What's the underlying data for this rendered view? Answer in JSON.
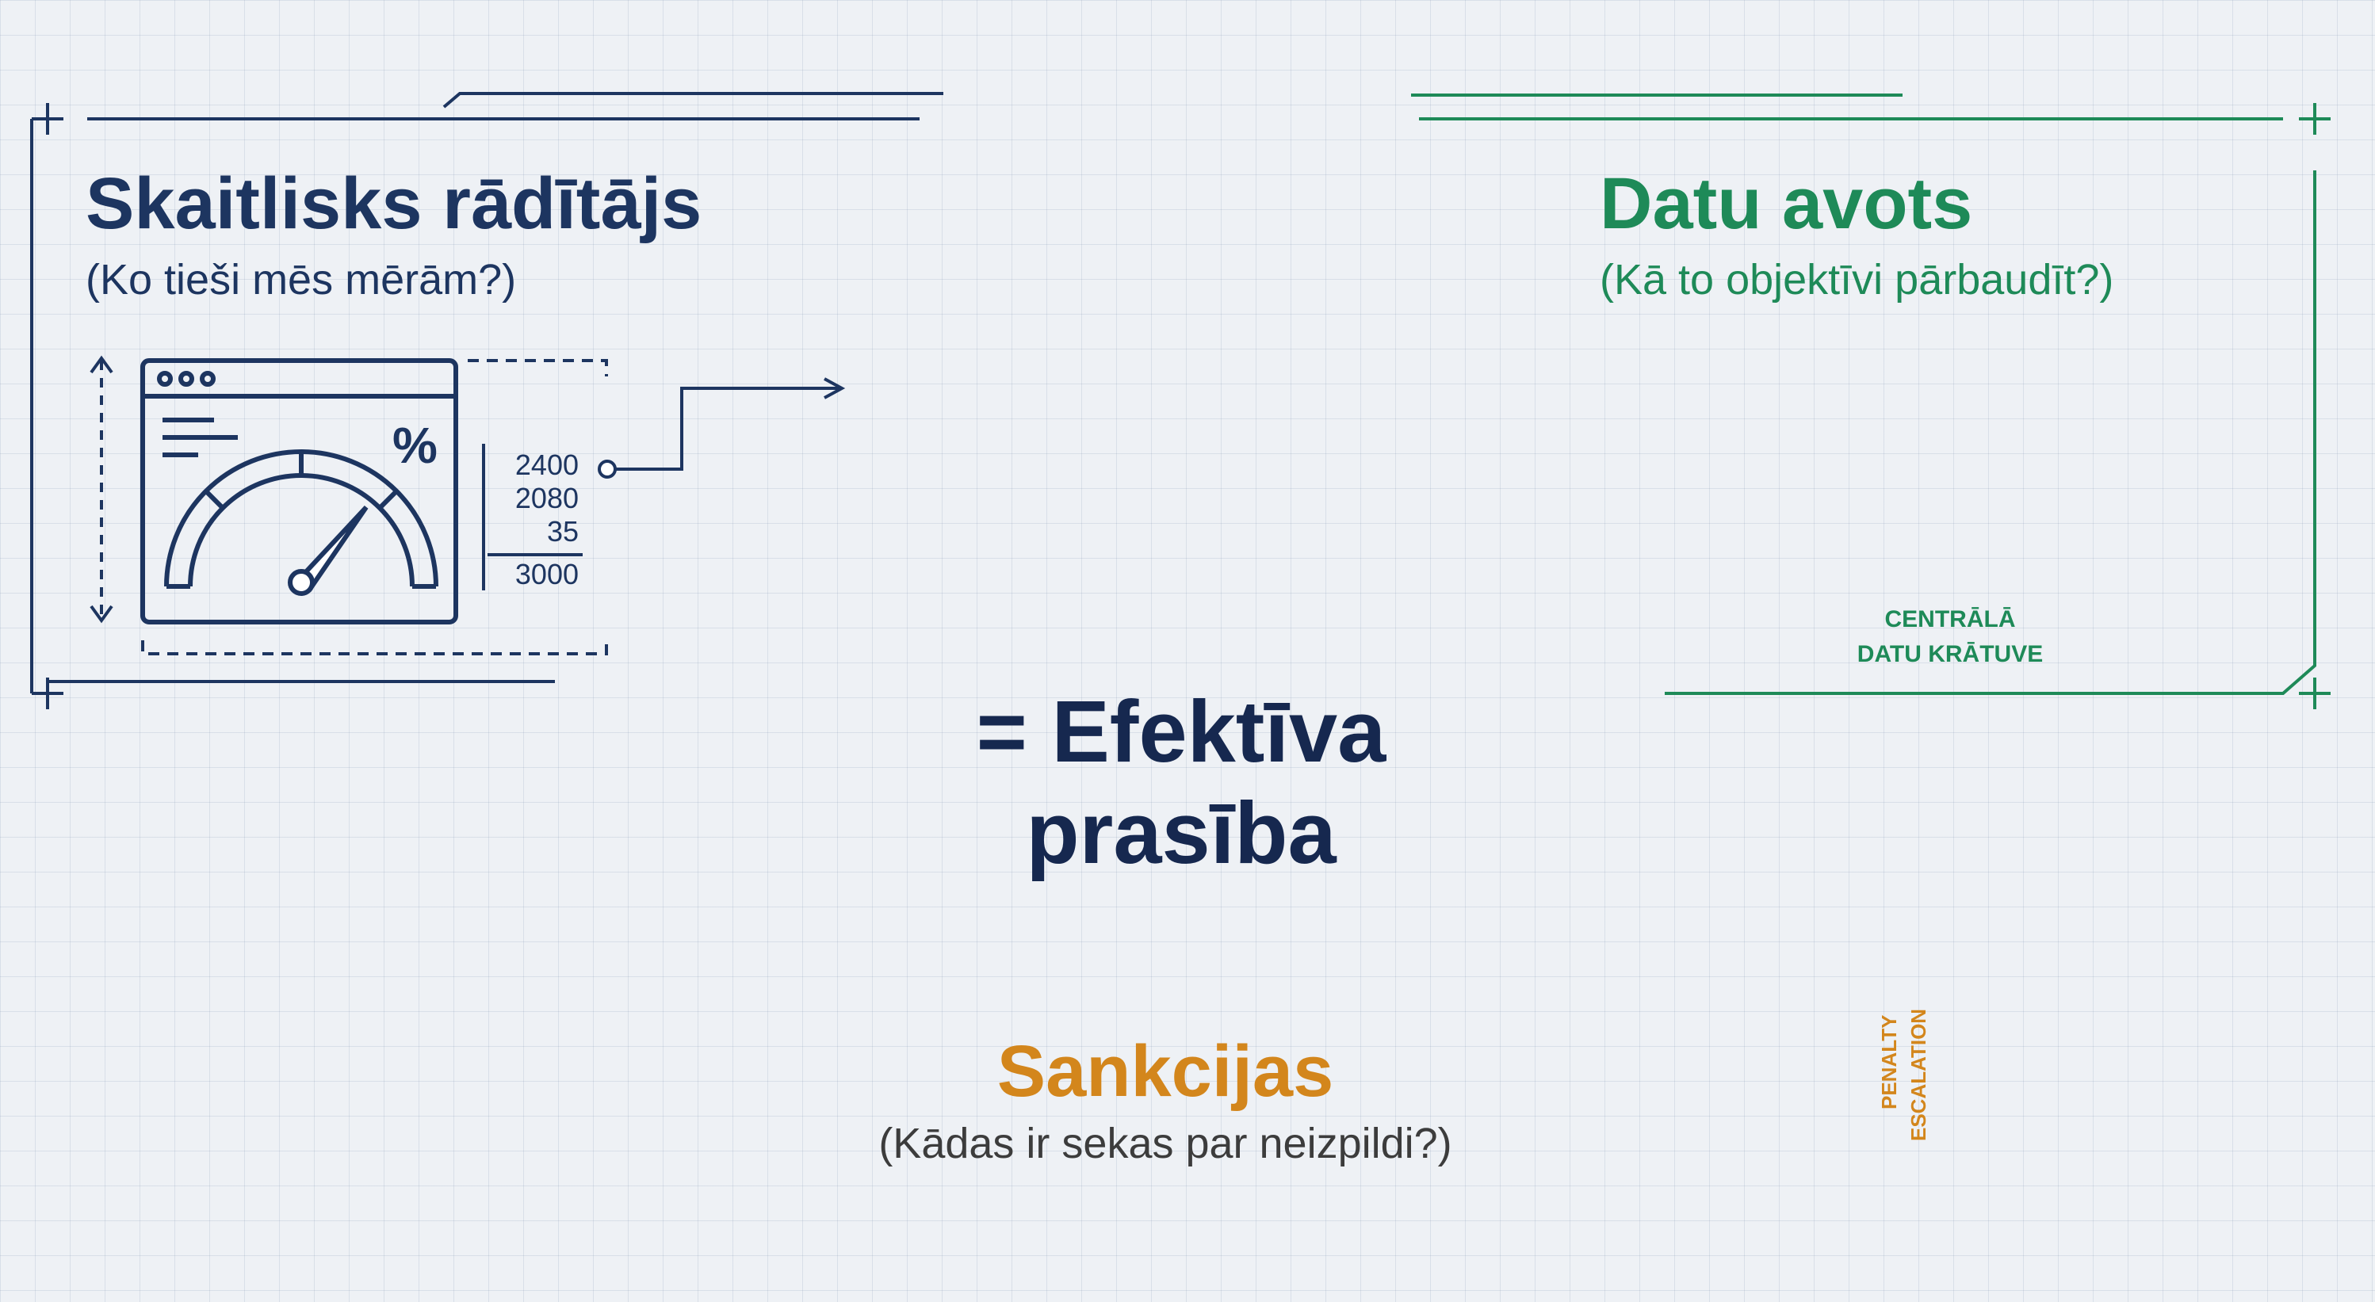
{
  "measure": {
    "title": "Skaitlisks rādītājs",
    "subtitle": "(Ko tieši mēs mērām?)",
    "gauge_symbol": "%",
    "numbers": [
      "2400",
      "2080",
      "35",
      "3000"
    ]
  },
  "source": {
    "title": "Datu avots",
    "subtitle": "(Kā to objektīvi pārbaudīt?)",
    "store_label": "CENTRĀLĀ DATU KRĀTUVE"
  },
  "center": {
    "equation": "= Efektīva prasība"
  },
  "sanctions": {
    "title": "Sankcijas",
    "subtitle": "(Kādas ir sekas par neizpildi?)",
    "vertical_labels": [
      "PENALTY",
      "ESCALATION"
    ]
  },
  "icons": {
    "left": [
      "dashboard-window-icon",
      "gauge-icon"
    ],
    "right": [
      "network-icon",
      "database-icon",
      "magnifier-check-icon",
      "document-icon",
      "cloud-upload-icon"
    ],
    "bottom": [
      "gavel-icon",
      "warning-icon",
      "euro-banknote-icon",
      "bar-chart-down-icon",
      "close-circle-icon"
    ]
  },
  "colors": {
    "navy": "#1d3560",
    "green": "#1e8a58",
    "orange": "#d3861c",
    "background": "#eef1f5"
  }
}
